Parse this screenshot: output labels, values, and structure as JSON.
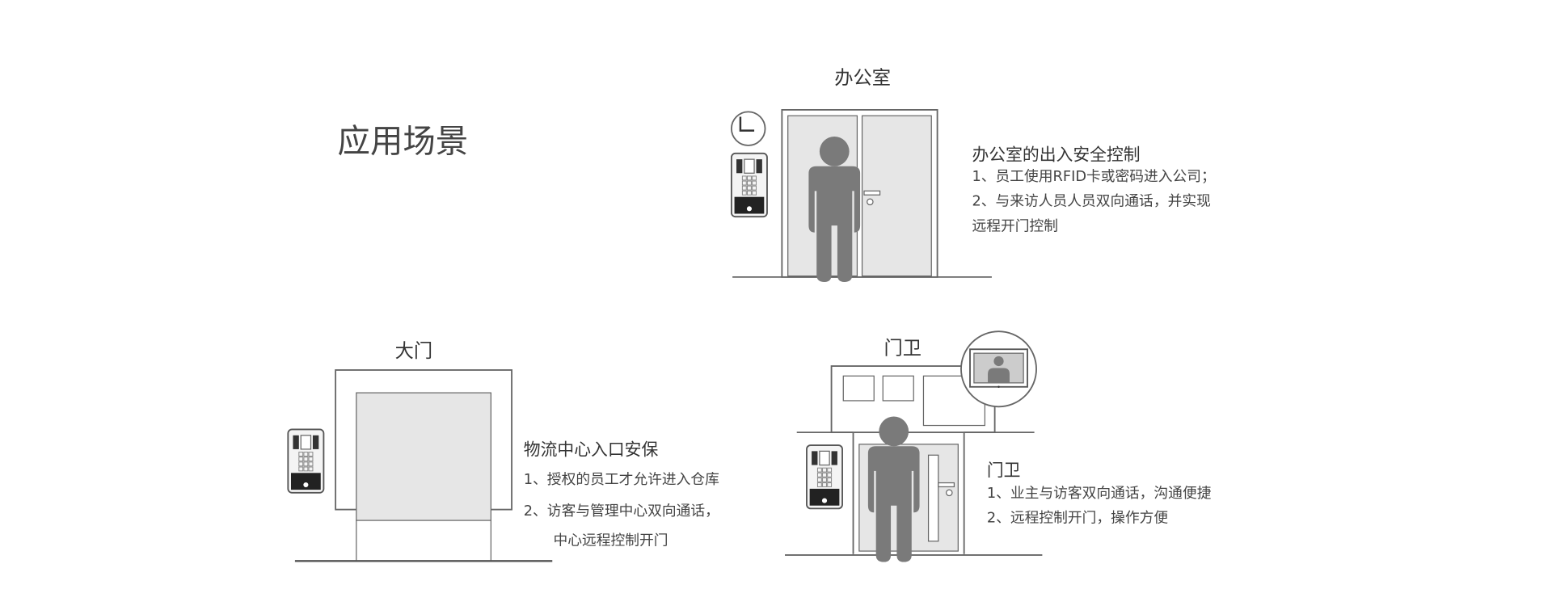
{
  "page_title": "应用场景",
  "scenes": {
    "office": {
      "label": "办公室",
      "heading": "办公室的出入安全控制",
      "lines": [
        "1、员工使用RFID卡或密码进入公司；",
        "2、与来访人员人员双向通话，并实现",
        "远程开门控制"
      ]
    },
    "gate": {
      "label": "大门",
      "heading": "物流中心入口安保",
      "lines": [
        "1、授权的员工才允许进入仓库",
        "2、访客与管理中心双向通话，",
        "中心远程控制开门"
      ]
    },
    "guard": {
      "label": "门卫",
      "heading": "门卫",
      "lines": [
        "1、业主与访客双向通话，沟通便捷",
        "2、远程控制开门，操作方便"
      ]
    }
  },
  "colors": {
    "figure": "#7a7a7a",
    "panel": "#e6e6e6",
    "line": "#666666"
  }
}
